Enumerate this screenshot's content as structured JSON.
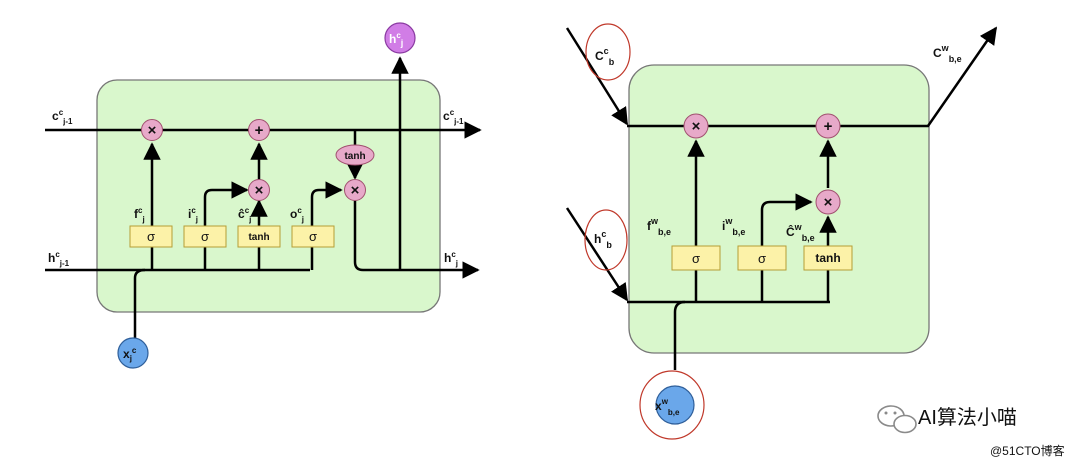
{
  "left_cell": {
    "inputs": {
      "c_prev": {
        "base": "c",
        "sup": "c",
        "sub": "j-1"
      },
      "h_prev": {
        "base": "h",
        "sup": "c",
        "sub": "j-1"
      },
      "x_in": {
        "base": "x",
        "sub": "j",
        "sup": "c"
      }
    },
    "outputs": {
      "c_out": {
        "base": "c",
        "sup": "c",
        "sub": "j-1"
      },
      "h_out": {
        "base": "h",
        "sup": "c",
        "sub": "j"
      },
      "h_top": {
        "base": "h",
        "sup": "c",
        "sub": "j"
      }
    },
    "gate_labels": {
      "f": {
        "base": "f",
        "sup": "c",
        "sub": "j"
      },
      "i": {
        "base": "i",
        "sup": "c",
        "sub": "j"
      },
      "chat": {
        "base": "ĉ",
        "sup": "c",
        "sub": "j"
      },
      "o": {
        "base": "o",
        "sup": "c",
        "sub": "j"
      }
    },
    "gates": [
      "σ",
      "σ",
      "tanh",
      "σ"
    ],
    "ops": {
      "mul": "×",
      "add": "+"
    },
    "tanh_label": "tanh"
  },
  "right_cell": {
    "inputs": {
      "c_in": {
        "base": "C",
        "sup": "c",
        "sub": "b"
      },
      "h_in": {
        "base": "h",
        "sup": "c",
        "sub": "b"
      },
      "x_in": {
        "base": "x",
        "sup": "w",
        "sub": "b,e"
      }
    },
    "outputs": {
      "c_out": {
        "base": "C",
        "sup": "w",
        "sub": "b,e"
      }
    },
    "gate_labels": {
      "f": {
        "base": "f",
        "sup": "w",
        "sub": "b,e"
      },
      "i": {
        "base": "i",
        "sup": "w",
        "sub": "b,e"
      },
      "chat": {
        "base": "Ĉ",
        "sup": "w",
        "sub": "b,e"
      }
    },
    "gates": [
      "σ",
      "σ",
      "tanh"
    ],
    "ops": {
      "mul": "×",
      "add": "+"
    }
  },
  "watermark": {
    "brand": "AI算法小喵",
    "site": "@51CTO博客"
  },
  "colors": {
    "cell_fill": "#d9f7cc",
    "gate_fill": "#fcf2a8",
    "op_fill": "#e7a9c9",
    "x_circle": "#6aa7ea",
    "h_top_circle": "#d17de6",
    "highlight": "#c0392b"
  }
}
